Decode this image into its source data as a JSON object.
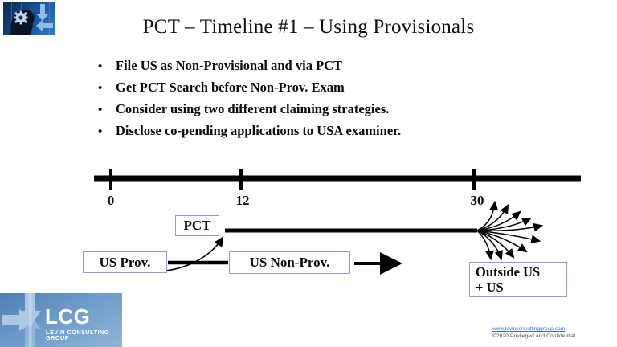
{
  "slide": {
    "title": "PCT – Timeline #1  – Using Provisionals",
    "bullets": [
      {
        "marker": "•",
        "text": "File US as Non-Provisional and via PCT"
      },
      {
        "marker": "•",
        "text": "Get PCT Search before Non-Prov. Exam"
      },
      {
        "marker": "•",
        "text": "Consider using two different claiming strategies."
      },
      {
        "marker": "•",
        "text": "Disclose co-pending applications to USA examiner."
      }
    ]
  },
  "timeline": {
    "tick_labels": [
      "0",
      "12",
      "30"
    ],
    "tick_values": [
      0,
      12,
      30
    ],
    "axis_color": "#000000"
  },
  "diagram": {
    "box_border_color": "#9d94d0",
    "pct_label": "PCT",
    "us_provisional_label": "US Prov.",
    "us_nonprovisional_label": "US Non-Prov.",
    "outside_us_line1": "Outside US",
    "outside_us_line2": "+ US",
    "fan_arrow_count": 10
  },
  "brand_logo": {
    "alt": "brain-gear-logo",
    "accent": "#1d5fae"
  },
  "lcg_logo": {
    "name": "LCG",
    "tagline": "LEVIN CONSULTING GROUP",
    "accent": "#6d9ac9"
  },
  "footer": {
    "link": "www.levinconsultinggroup.com",
    "copyright": "©2020 Privileged and Confidential",
    "link_color": "#3b6fc4"
  }
}
